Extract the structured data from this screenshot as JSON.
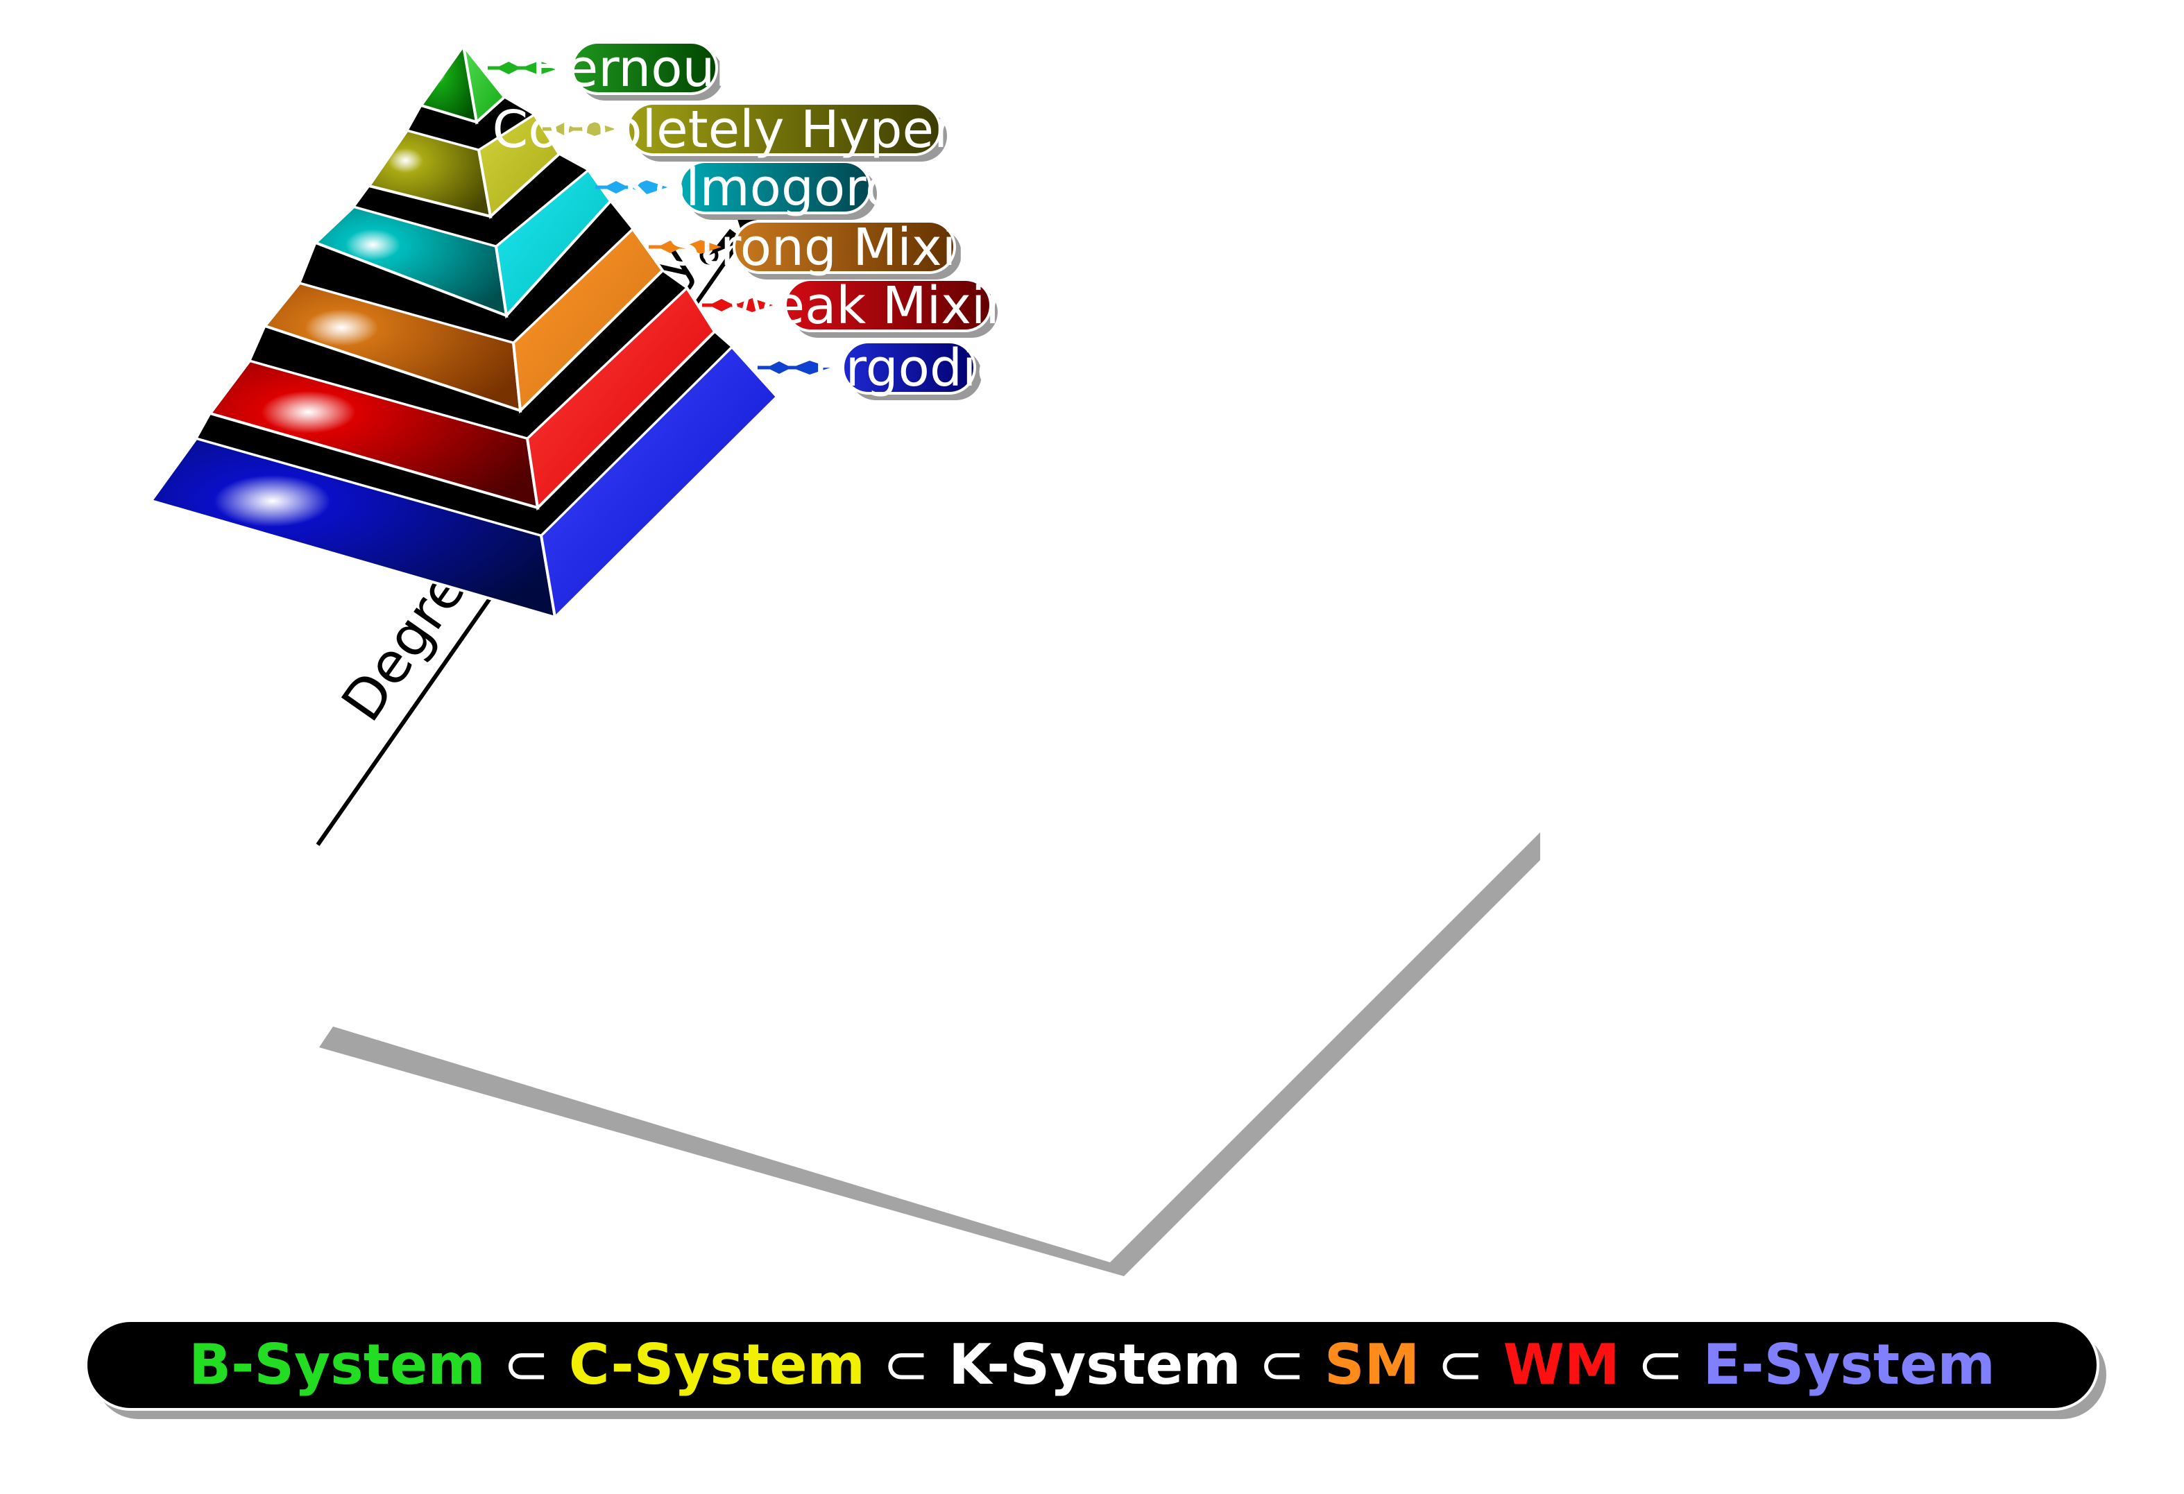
{
  "axis": {
    "label": "Degree of Ergodicity"
  },
  "levels": [
    {
      "id": "ergodic",
      "label": "Ergodic",
      "front_color": "#0a0fc8",
      "front_dark": "#000a40",
      "side_color": "#3c46ff",
      "arrow_color": "#1040d0",
      "pill_light": "#1e28d2",
      "pill_dark": "#00006e"
    },
    {
      "id": "weak-mixing",
      "label": "Weak Mixing",
      "front_color": "#dc0000",
      "front_dark": "#500000",
      "side_color": "#ff3c3c",
      "arrow_color": "#e61010",
      "pill_light": "#d20a14",
      "pill_dark": "#640000"
    },
    {
      "id": "strong-mixing",
      "label": "Strong Mixing",
      "front_color": "#d27314",
      "front_dark": "#783200",
      "side_color": "#ff9628",
      "arrow_color": "#f08214",
      "pill_light": "#c8781e",
      "pill_dark": "#643200"
    },
    {
      "id": "kolmogorov",
      "label": "Kolmogorov",
      "front_color": "#00bebe",
      "front_dark": "#005050",
      "side_color": "#1ee6f0",
      "arrow_color": "#1eaaf0",
      "pill_light": "#00aab4",
      "pill_dark": "#004650"
    },
    {
      "id": "completely-hyperbolic",
      "label": "Completely Hyperbolic",
      "front_color": "#aaaa14",
      "front_dark": "#464600",
      "side_color": "#d2d23c",
      "arrow_color": "#bebe50",
      "pill_light": "#a0a014",
      "pill_dark": "#3c3c00"
    },
    {
      "id": "bernoulli",
      "label": "Bernoulli",
      "front_color": "#14aa14",
      "front_dark": "#005000",
      "side_color": "#50dc50",
      "arrow_color": "#1eb41e",
      "pill_light": "#1e961e",
      "pill_dark": "#004600"
    }
  ],
  "hierarchy": [
    {
      "text": "B-System",
      "color": "#22dd22"
    },
    {
      "text": "⊂",
      "color": "#ffffff"
    },
    {
      "text": "C-System",
      "color": "#f0f000"
    },
    {
      "text": "⊂",
      "color": "#ffffff"
    },
    {
      "text": "K-System",
      "color": "#ffffff"
    },
    {
      "text": "⊂",
      "color": "#ffffff"
    },
    {
      "text": "SM",
      "color": "#ff8c1a"
    },
    {
      "text": "⊂",
      "color": "#ffffff"
    },
    {
      "text": "WM",
      "color": "#ff1010"
    },
    {
      "text": "⊂",
      "color": "#ffffff"
    },
    {
      "text": "E-System",
      "color": "#8080ff"
    }
  ]
}
